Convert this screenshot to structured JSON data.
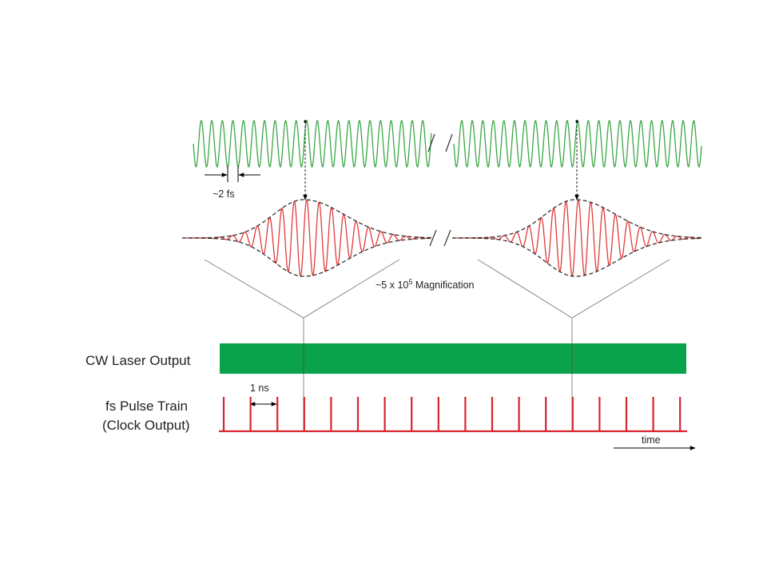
{
  "labels": {
    "period": "~2 fs",
    "magnification_prefix": "~5 x 10",
    "magnification_exp": "5",
    "magnification_suffix": " Magnification",
    "cw_laser": "CW Laser Output",
    "pulse_train_line1": "fs Pulse Train",
    "pulse_train_line2": "(Clock Output)",
    "pulse_spacing": "1 ns",
    "time_axis": "time"
  },
  "colors": {
    "optical_wave": "#3aa845",
    "pulse_wave": "#e23a3a",
    "cw_bar": "#0aa24b",
    "pulse_train": "#d9232e",
    "envelope": "#333333",
    "guide_lines": "#888888"
  },
  "pulse_train": {
    "pulse_count": 18
  }
}
